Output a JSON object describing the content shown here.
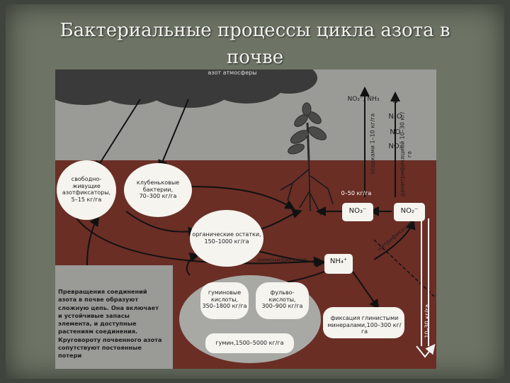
{
  "title_line1": "Бактериальные процессы цикла азота в",
  "title_line2": "почве",
  "labels": {
    "atmosphere": "азот атмосферы",
    "free_living": "свободно-\nживущие\nазотфиксаторы,\n5–15 кг/га",
    "nodule": "клубеньковые\nбактерии,\n70–300 кг/га",
    "organic": "органические остатки,\n150–1000 кг/га",
    "nh4": "NH₄⁺",
    "no3_left": "NO₃⁻",
    "no2_right": "NO₂⁻",
    "humic": "гуминовые\nкислоты,\n350–1800 кг/га",
    "fulvic": "фульво-\nкислоты,\n300–900 кг/га",
    "humus": "гумин,1500–5000 кг/га",
    "clay": "фиксация глинистыми\nминералами,100–300 кг/га",
    "uptake": "0–50 кг/га",
    "top_compounds": "NO₃⁻, NH₃",
    "n": "N",
    "n2o": "N₂O",
    "no": "NO",
    "no2": "NO₂",
    "precip": "осадками 1–10 кг/га",
    "denitrif": "денитрификацией 10–30 кг/га",
    "nitrif": "нитрификация",
    "ammonif": "аммонификация",
    "leach": "10–30 кг/га"
  },
  "note": "Превращения соединений азота в почве образуют сложную цепь. Она включает и устойчивые запасы элемента, и доступные растениям соединения. Круговороту почвенного азота сопутствуют постоянные потери"
}
